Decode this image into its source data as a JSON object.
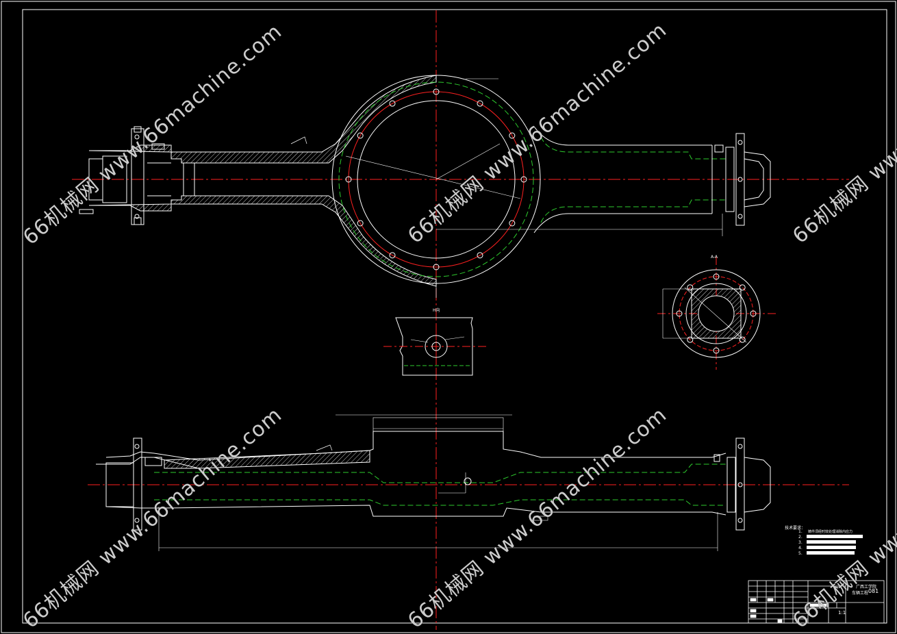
{
  "watermark": {
    "text": "66机械网 www.66machine.com"
  },
  "views": {
    "section_label": "A-A",
    "detail_label": "H向"
  },
  "notes": {
    "heading": "技术要求：",
    "items": [
      {
        "num": "1.",
        "text": "铸件须经时效处理消除内应力"
      },
      {
        "num": "2.",
        "text": ""
      },
      {
        "num": "3.",
        "text": ""
      },
      {
        "num": "4.",
        "text": ""
      },
      {
        "num": "5.",
        "text": ""
      }
    ]
  },
  "title_block": {
    "school": "广西工学院",
    "sub": "车辆工程",
    "code": "081",
    "scale": "1:1"
  },
  "colors": {
    "background": "#000000",
    "outline": "#ffffff",
    "centerline": "#ff2020",
    "hidden": "#2ecc2e"
  }
}
